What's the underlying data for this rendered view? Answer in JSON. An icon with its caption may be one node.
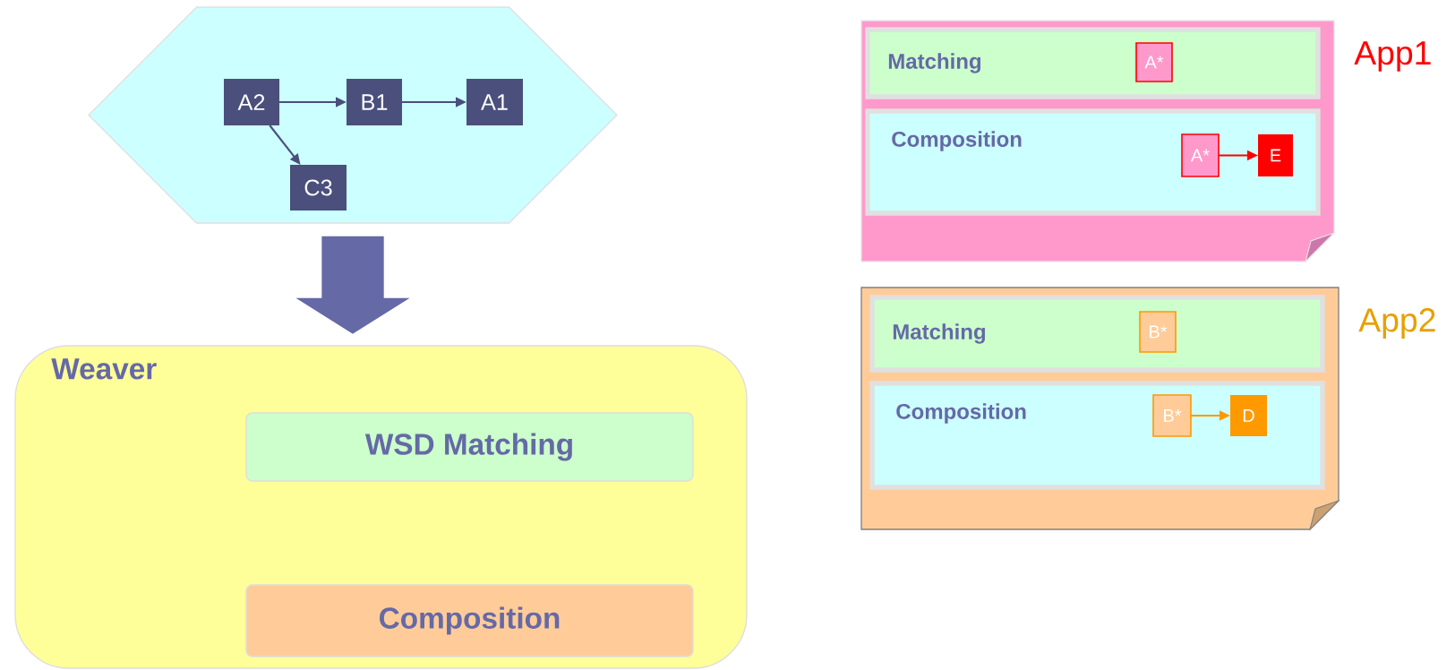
{
  "diagram": {
    "nodes": [
      {
        "text": [],
        "shape": "hexagon"
      },
      {
        "text": [
          "A2"
        ],
        "in": 0
      },
      {
        "text": [
          "B1"
        ],
        "in": 0
      },
      {
        "text": [
          "A1"
        ],
        "in": 0
      },
      {
        "text": [
          "C3"
        ],
        "in": 0
      },
      {
        "text": [
          "Weaver"
        ]
      },
      {
        "text": [
          "WSD Matching"
        ],
        "in": 5
      },
      {
        "text": [
          "Composition"
        ],
        "in": 5
      },
      {
        "text": [
          "App1"
        ]
      },
      {
        "text": [
          "Matching"
        ],
        "in": 8
      },
      {
        "text": [
          "A*"
        ],
        "in": 9
      },
      {
        "text": [
          "Composition"
        ],
        "in": 8
      },
      {
        "text": [
          "A*"
        ],
        "in": 11
      },
      {
        "text": [
          "E"
        ],
        "in": 11
      },
      {
        "text": [
          "App2"
        ]
      },
      {
        "text": [
          "Matching"
        ],
        "in": 14
      },
      {
        "text": [
          "B*"
        ],
        "in": 15
      },
      {
        "text": [
          "Composition"
        ],
        "in": 14
      },
      {
        "text": [
          "B*"
        ],
        "in": 17
      },
      {
        "text": [
          "D"
        ],
        "in": 17
      }
    ],
    "edges": [
      {
        "from": 1,
        "to": 2,
        "arrow": "to"
      },
      {
        "from": 2,
        "to": 3,
        "arrow": "to"
      },
      {
        "from": 1,
        "to": 4,
        "arrow": "to"
      },
      {
        "from": 0,
        "to": 5,
        "arrow": "to",
        "style": "thick",
        "color": "#6569a6"
      },
      {
        "from": 12,
        "to": 13,
        "arrow": "to",
        "color": "#ff0000"
      },
      {
        "from": 18,
        "to": 19,
        "arrow": "to",
        "color": "#ff9900"
      }
    ]
  }
}
